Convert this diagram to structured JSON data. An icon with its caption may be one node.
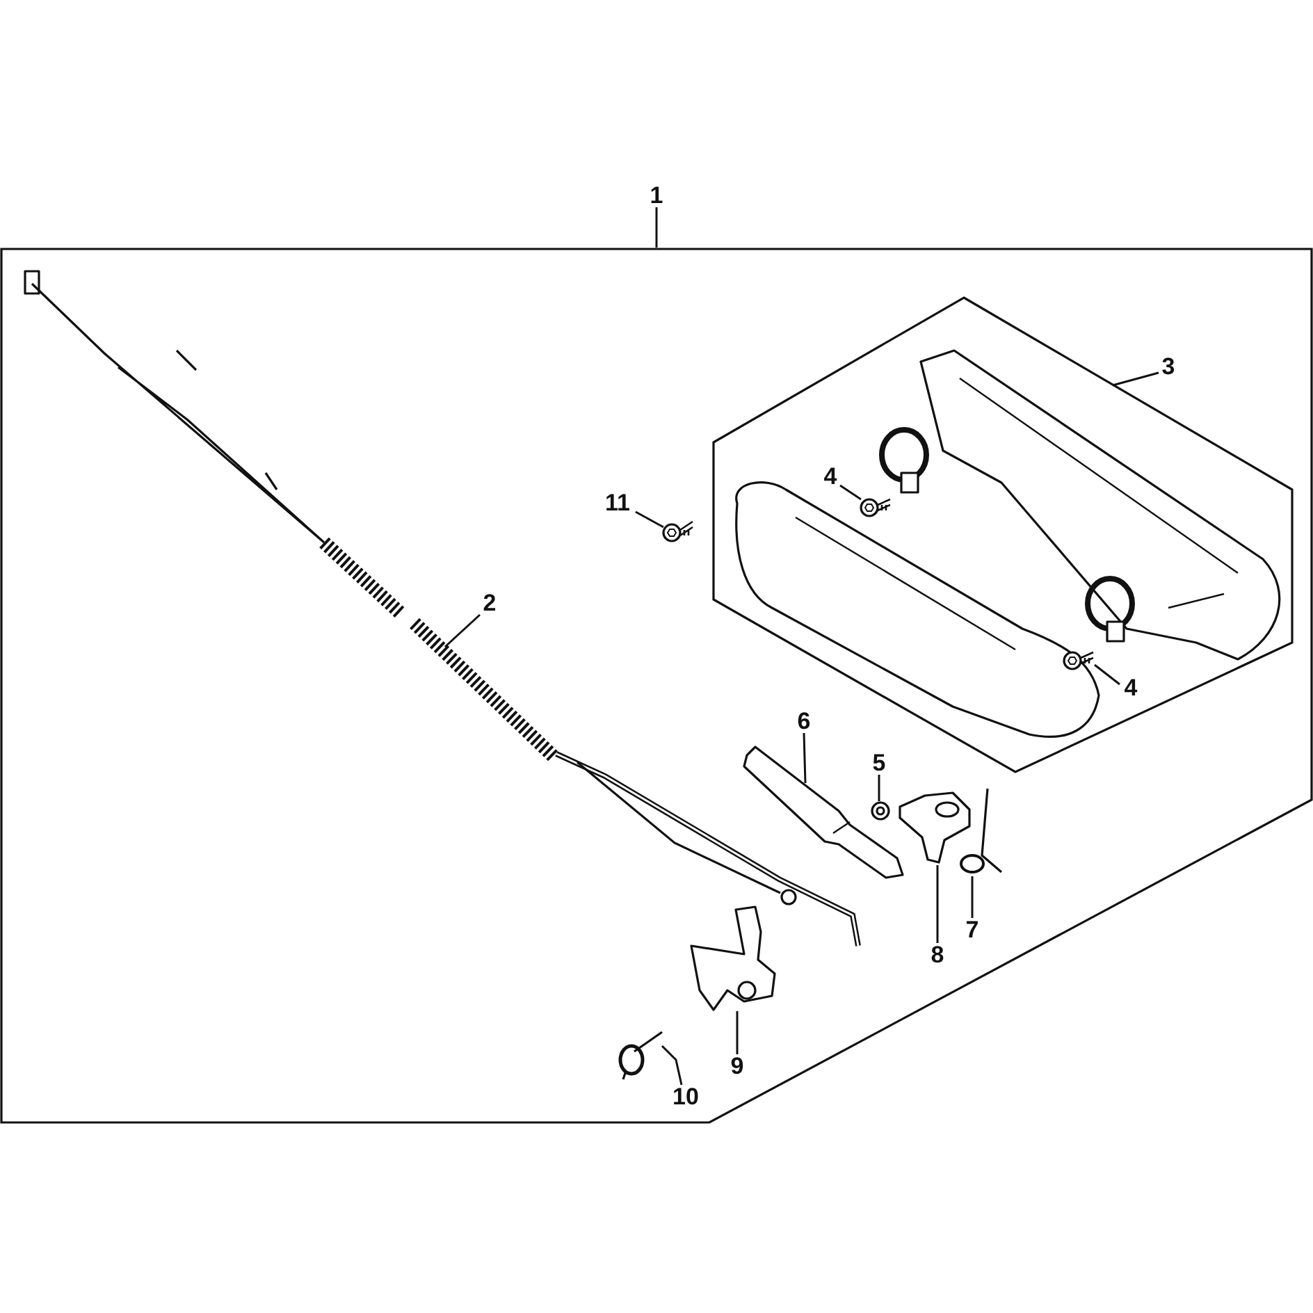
{
  "diagram": {
    "nodes": [
      {
        "text": [
          "1"
        ]
      },
      {
        "text": [],
        "shape": "box"
      },
      {
        "text": [
          "2"
        ],
        "in": 1
      },
      {
        "text": [],
        "shape": "picture",
        "in": 1
      },
      {
        "text": [
          "3"
        ],
        "in": 1
      },
      {
        "text": [],
        "shape": "box",
        "in": 1
      },
      {
        "text": [
          "4"
        ],
        "in": 5
      },
      {
        "text": [],
        "shape": "picture",
        "in": 5
      },
      {
        "text": [
          "4"
        ],
        "in": 5
      },
      {
        "text": [],
        "shape": "picture",
        "in": 5
      },
      {
        "text": [
          "11"
        ],
        "in": 1
      },
      {
        "text": [],
        "shape": "picture",
        "in": 1
      },
      {
        "text": [
          "5"
        ],
        "in": 1
      },
      {
        "text": [],
        "shape": "picture",
        "in": 1
      },
      {
        "text": [
          "6"
        ],
        "in": 1
      },
      {
        "text": [],
        "shape": "picture",
        "in": 1
      },
      {
        "text": [
          "7"
        ],
        "in": 1
      },
      {
        "text": [],
        "shape": "picture",
        "in": 1
      },
      {
        "text": [
          "8"
        ],
        "in": 1
      },
      {
        "text": [],
        "shape": "picture",
        "in": 1
      },
      {
        "text": [
          "9"
        ],
        "in": 1
      },
      {
        "text": [],
        "shape": "picture",
        "in": 1
      },
      {
        "text": [
          "10"
        ],
        "in": 1
      },
      {
        "text": [],
        "shape": "picture",
        "in": 1
      }
    ],
    "edges": [
      {
        "from": 0,
        "to": 1,
        "arrow": "none"
      },
      {
        "from": 2,
        "to": 3,
        "arrow": "none"
      },
      {
        "from": 4,
        "to": 5,
        "arrow": "none"
      },
      {
        "from": 6,
        "to": 7,
        "arrow": "none"
      },
      {
        "from": 8,
        "to": 9,
        "arrow": "none"
      },
      {
        "from": 10,
        "to": 11,
        "arrow": "none"
      },
      {
        "from": 12,
        "to": 13,
        "arrow": "none"
      },
      {
        "from": 14,
        "to": 15,
        "arrow": "none"
      },
      {
        "from": 16,
        "to": 17,
        "arrow": "none"
      },
      {
        "from": 18,
        "to": 19,
        "arrow": "none"
      },
      {
        "from": 20,
        "to": 21,
        "arrow": "none"
      },
      {
        "from": 22,
        "to": 23,
        "arrow": "none"
      }
    ]
  }
}
